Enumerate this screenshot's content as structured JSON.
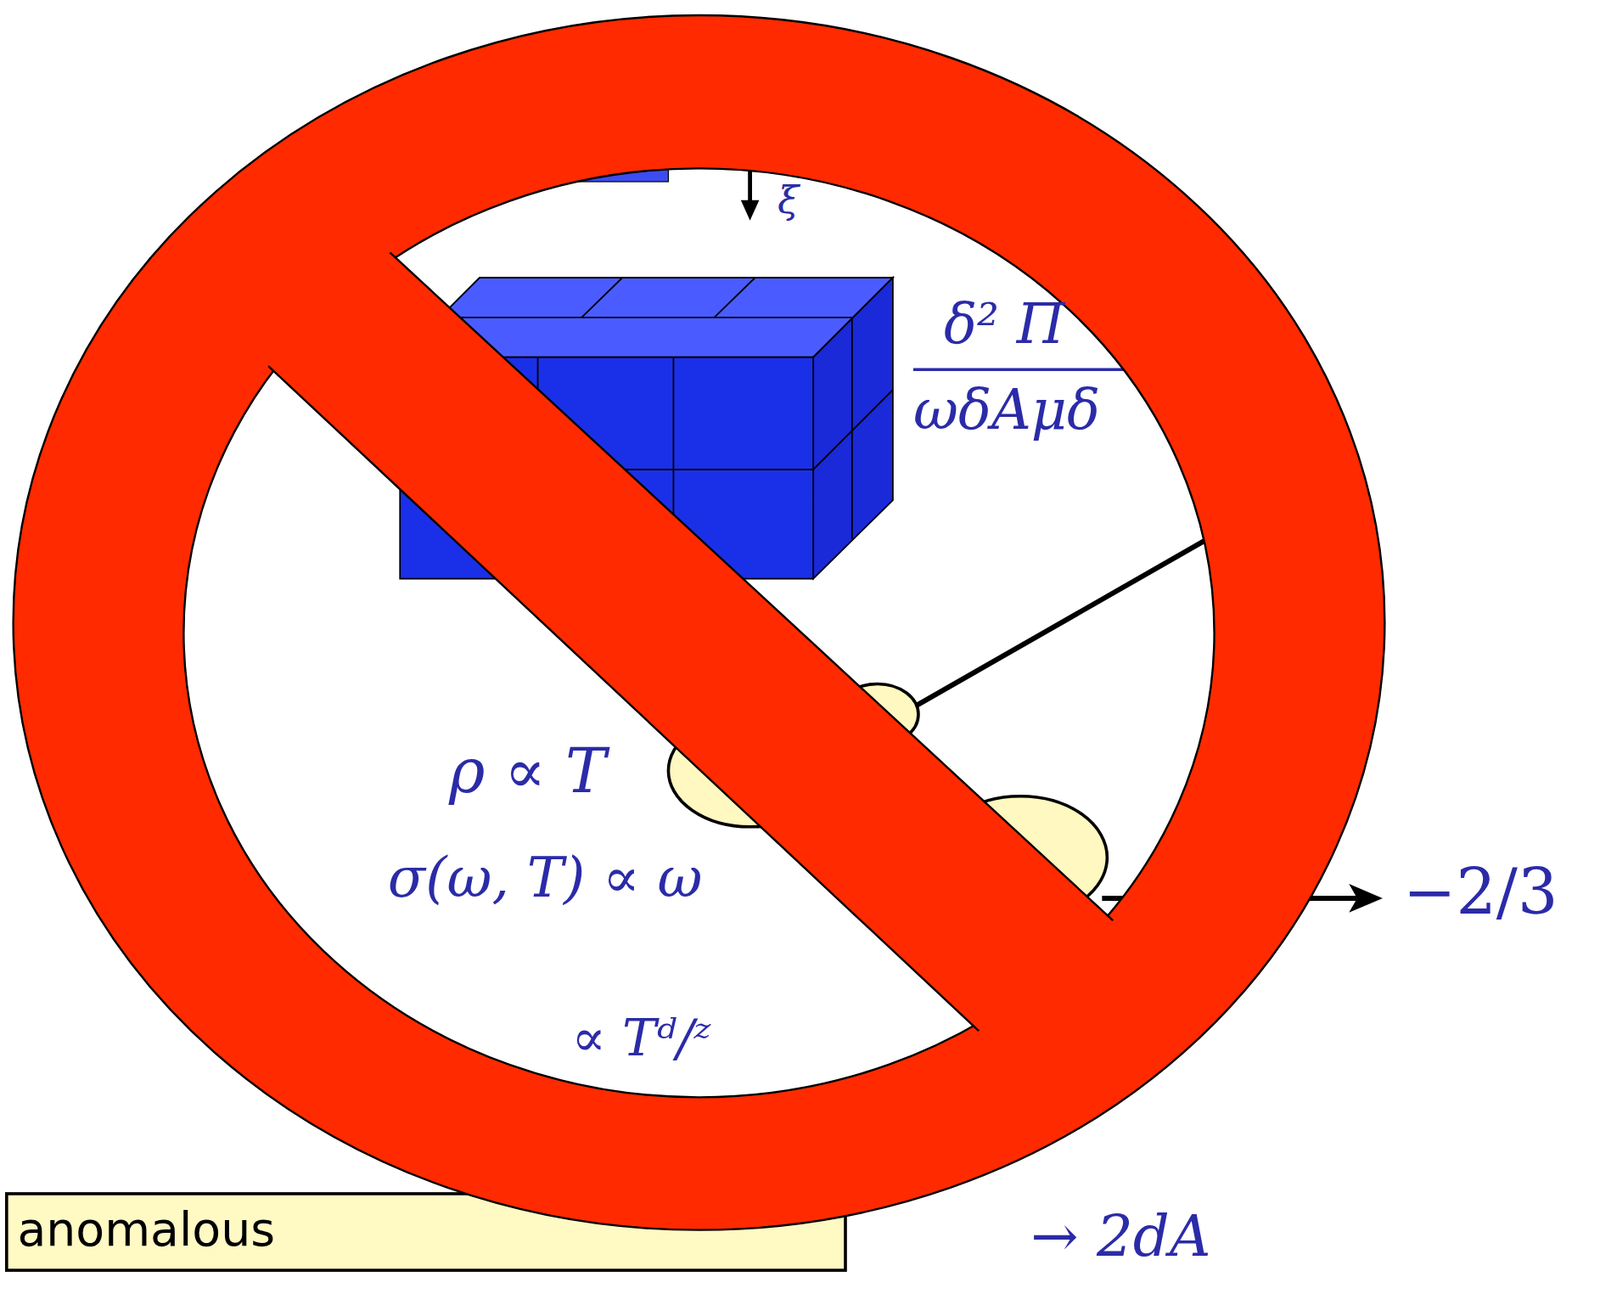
{
  "diagram": {
    "nodes": [
      {
        "text": [
          "anomalous"
        ]
      }
    ],
    "labels": [
      "ξ",
      "δ² Π",
      "ωδAμδ",
      "ρ ∝ T",
      "σ(ω, T) ∝ ω",
      "∝ Tᵈ/ᶻ",
      "−2/3",
      "→ 2dA"
    ]
  }
}
